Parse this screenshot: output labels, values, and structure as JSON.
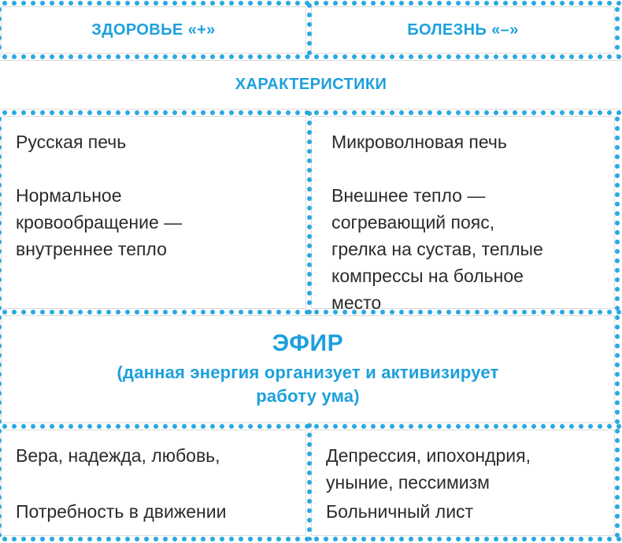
{
  "palette": {
    "blue": "#1DA0DC",
    "dot_blue": "#29A9E2",
    "ink": "#2B2B2B"
  },
  "table": {
    "header_row": {
      "left": "ЗДОРОВЬЕ «+»",
      "right": "БОЛЕЗНЬ «–»"
    },
    "characteristics_label": "ХАРАКТЕРИСТИКИ",
    "content_row": {
      "left_paragraphs": [
        "Русская печь",
        "Нормальное\nкровообращение —\nвнутреннее тепло"
      ],
      "right_paragraphs": [
        "Микроволновая печь",
        "Внешнее тепло —\nсогревающий пояс,\nгрелка на сустав, теплые\nкомпрессы на больное\nместо"
      ]
    },
    "ether_band": {
      "title": "ЭФИР",
      "subtitle": "(данная энергия организует и активизирует\nработу ума)"
    },
    "bottom_row": {
      "left_paragraphs": [
        "Вера, надежда, любовь,",
        "Потребность в движении"
      ],
      "right_paragraphs": [
        "Депрессия, ипохондрия,\nуныние, пессимизм",
        "Больничный лист"
      ]
    }
  }
}
